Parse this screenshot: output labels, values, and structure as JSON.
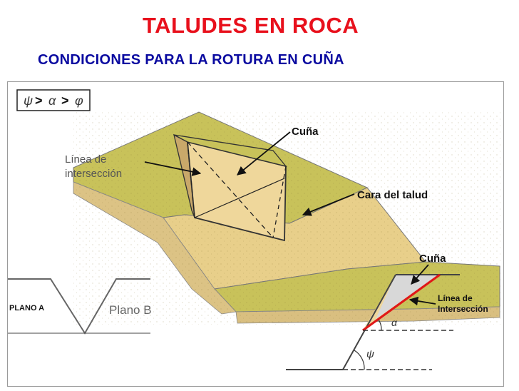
{
  "header": {
    "title": "TALUDES EN ROCA",
    "subtitle": "CONDICIONES PARA LA ROTURA EN CUÑA"
  },
  "diagram": {
    "condition": {
      "psi": "ψ",
      "gt1": ">",
      "alpha": "α",
      "gt2": ">",
      "phi": "φ"
    },
    "labels": {
      "intersection_line_1": "Línea de",
      "intersection_line_2": "intersección",
      "wedge": "Cuña",
      "slope_face": "Cara del talud",
      "plane_a": "PLANO A",
      "plane_b": "Plano B"
    },
    "section": {
      "wedge": "Cuña",
      "intersection_line_1": "Línea de",
      "intersection_line_2": "Intersección",
      "alpha": "α",
      "psi": "ψ"
    },
    "colors": {
      "title": "#e8101c",
      "subtitle": "#0a0aa0",
      "grass": "#c8c25a",
      "rock": "#e8cf8a",
      "cut": "#efd79b",
      "intersection": "#e01818"
    }
  }
}
